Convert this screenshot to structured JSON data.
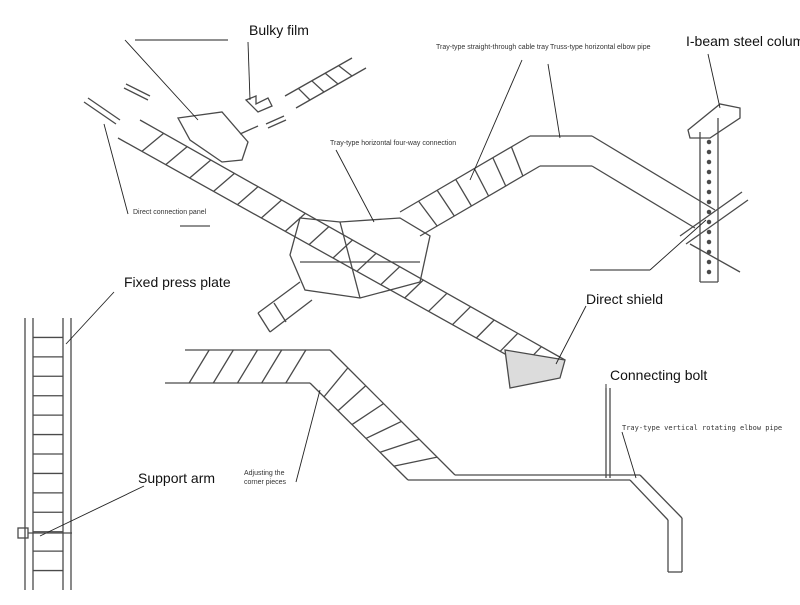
{
  "labels": {
    "bulky_film": "Bulky film",
    "i_beam": "I-beam steel colum",
    "tray_straight": "Tray-type straight-through cable tray",
    "truss_elbow": "Truss-type horizontal elbow pipe",
    "four_way": "Tray-type horizontal four-way connection",
    "direct_panel": "Direct connection panel",
    "fixed_press": "Fixed press plate",
    "direct_shield": "Direct shield",
    "connecting_bolt": "Connecting bolt",
    "vertical_elbow": "Tray-type vertical rotating elbow pipe",
    "adjusting_line1": "Adjusting the",
    "adjusting_line2": "corner pieces",
    "support_arm": "Support arm"
  },
  "colors": {
    "line": "#4a4a4a",
    "shield_fill": "#dcdcdc",
    "text": "#111111"
  }
}
